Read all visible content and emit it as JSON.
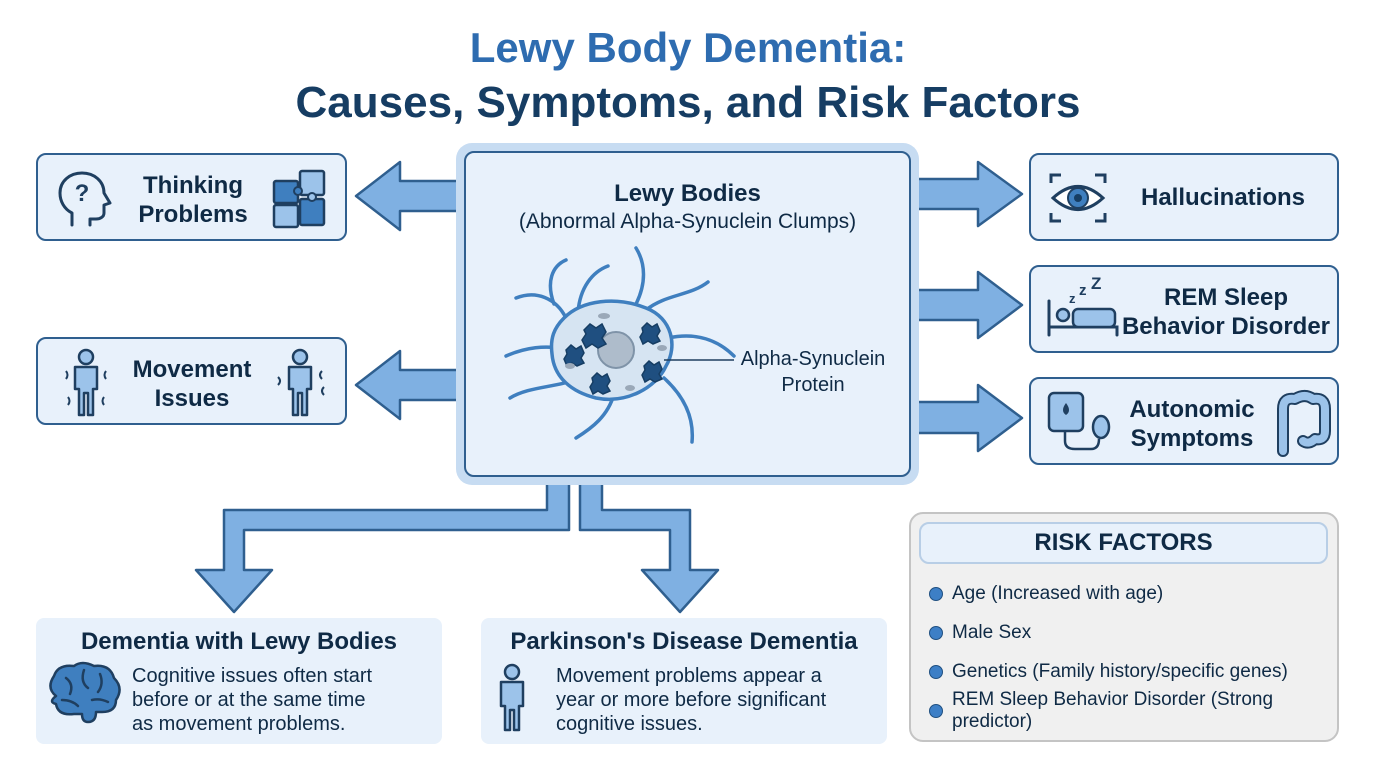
{
  "title": {
    "line1": "Lewy Body Dementia:",
    "line2": "Causes, Symptoms, and Risk Factors"
  },
  "center": {
    "title": "Lewy Bodies",
    "subtitle": "(Abnormal Alpha-Synuclein Clumps)",
    "callout_line1": "Alpha-Synuclein",
    "callout_line2": "Protein"
  },
  "left_symptoms": [
    {
      "line1": "Thinking",
      "line2": "Problems",
      "icons": [
        "head-question-icon",
        "puzzle-icon"
      ]
    },
    {
      "line1": "Movement",
      "line2": "Issues",
      "icons": [
        "tremor-person-icon",
        "tremor-person-icon"
      ]
    }
  ],
  "right_symptoms": [
    {
      "line1": "Hallucinations",
      "icons": [
        "eye-icon"
      ]
    },
    {
      "line1": "REM Sleep",
      "line2": "Behavior Disorder",
      "icons": [
        "sleeping-in-bed-icon"
      ]
    },
    {
      "line1": "Autonomic",
      "line2": "Symptoms",
      "icons": [
        "blood-pressure-monitor-icon",
        "intestine-icon"
      ]
    }
  ],
  "types": [
    {
      "title": "Dementia with Lewy Bodies",
      "body": [
        "Cognitive issues often start",
        "before or at the same time",
        "as movement problems."
      ],
      "icon": "brain-icon"
    },
    {
      "title": "Parkinson's Disease Dementia",
      "body": [
        "Movement problems appear a",
        "year or more before significant",
        "cognitive issues."
      ],
      "icon": "person-icon"
    }
  ],
  "risk_factors": {
    "heading": "RISK FACTORS",
    "items": [
      "Age (Increased with age)",
      "Male Sex",
      "Genetics (Family history/specific genes)",
      "REM Sleep Behavior Disorder (Strong predictor)"
    ]
  },
  "colors": {
    "title_primary": "#2e6cb0",
    "title_secondary": "#163d63",
    "card_fill": "#e8f1fb",
    "card_border": "#2f5f8f",
    "arrow_fill": "#7fb0e2",
    "arrow_stroke": "#2f5f8f",
    "neuron_fill": "#d6e4f2",
    "neuron_stroke": "#3f7fbf",
    "lewy_body": "#1f4f80",
    "risk_panel": "#f0f0f0"
  }
}
